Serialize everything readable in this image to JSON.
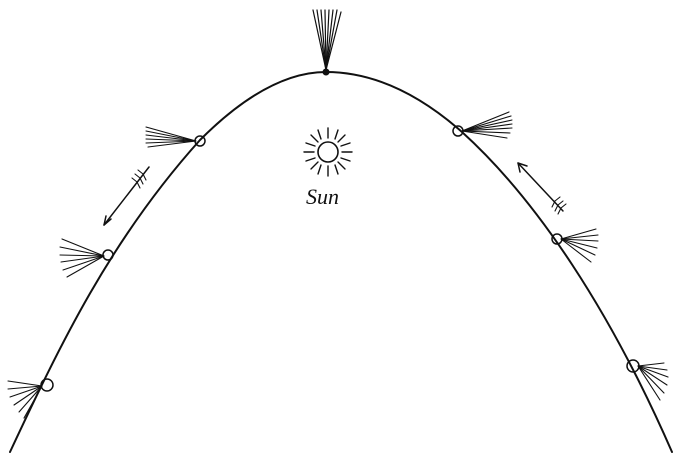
{
  "diagram": {
    "sun_label": "Sun",
    "ink_color": "#111111",
    "background_color": "#ffffff",
    "comet_count": 7,
    "direction_arrows": 2
  }
}
